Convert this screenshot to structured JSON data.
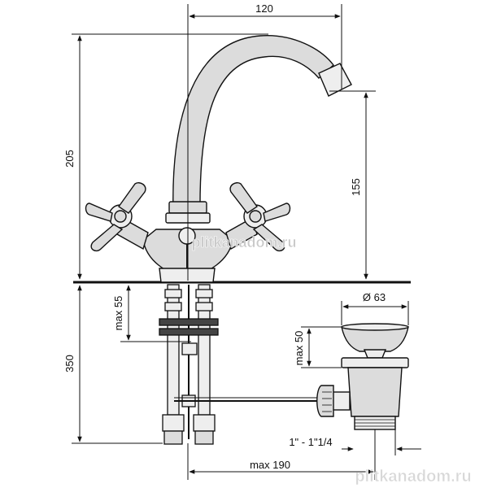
{
  "dimensions": {
    "spout_reach": "120",
    "total_height": "205",
    "spout_height": "155",
    "below_counter": "350",
    "max_55": "max 55",
    "max_50": "max 50",
    "waste_diameter": "Ø 63",
    "thread": "1\" - 1\"1/4",
    "max_190": "max 190"
  },
  "watermark": {
    "top": "plitkanadom.ru",
    "bottom": "plitkanadom.ru"
  },
  "colors": {
    "line": "#111111",
    "fill_metal": "#dcdcdc",
    "fill_light": "#eeeeee",
    "watermark_top": "#c9c9c9",
    "watermark_bottom": "#d8d8d8"
  }
}
